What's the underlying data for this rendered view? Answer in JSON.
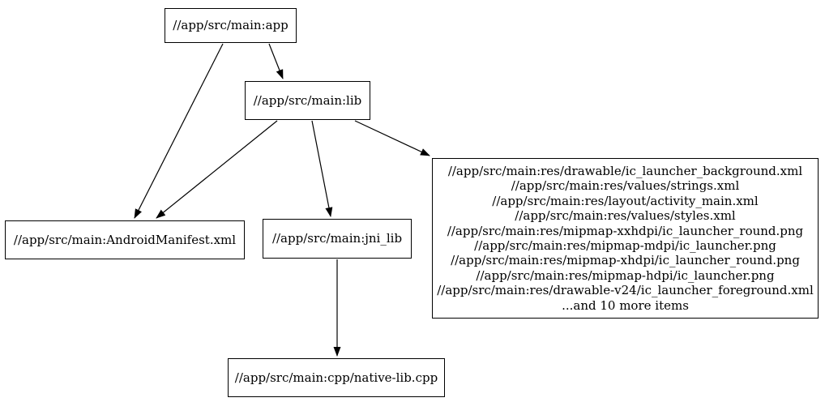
{
  "diagram": {
    "kind": "dependency-graph",
    "background_color": "#ffffff",
    "node_border_color": "#000000",
    "edge_color": "#000000",
    "text_color": "#000000"
  },
  "nodes": {
    "app": {
      "label": "//app/src/main:app"
    },
    "lib": {
      "label": "//app/src/main:lib"
    },
    "android_manifest": {
      "label": "//app/src/main:AndroidManifest.xml"
    },
    "jni_lib": {
      "label": "//app/src/main:jni_lib"
    },
    "native_lib_cpp": {
      "label": "//app/src/main:cpp/native-lib.cpp"
    },
    "resources_group": {
      "lines": [
        "//app/src/main:res/drawable/ic_launcher_background.xml",
        "//app/src/main:res/values/strings.xml",
        "//app/src/main:res/layout/activity_main.xml",
        "//app/src/main:res/values/styles.xml",
        "//app/src/main:res/mipmap-xxhdpi/ic_launcher_round.png",
        "//app/src/main:res/mipmap-mdpi/ic_launcher.png",
        "//app/src/main:res/mipmap-xhdpi/ic_launcher_round.png",
        "//app/src/main:res/mipmap-hdpi/ic_launcher.png",
        "//app/src/main:res/drawable-v24/ic_launcher_foreground.xml",
        "...and 10 more items"
      ]
    }
  },
  "edges": [
    {
      "from": "//app/src/main:app",
      "to": "//app/src/main:AndroidManifest.xml"
    },
    {
      "from": "//app/src/main:app",
      "to": "//app/src/main:lib"
    },
    {
      "from": "//app/src/main:lib",
      "to": "//app/src/main:AndroidManifest.xml"
    },
    {
      "from": "//app/src/main:lib",
      "to": "//app/src/main:jni_lib"
    },
    {
      "from": "//app/src/main:lib",
      "to": "resources-group"
    },
    {
      "from": "//app/src/main:jni_lib",
      "to": "//app/src/main:cpp/native-lib.cpp"
    }
  ]
}
